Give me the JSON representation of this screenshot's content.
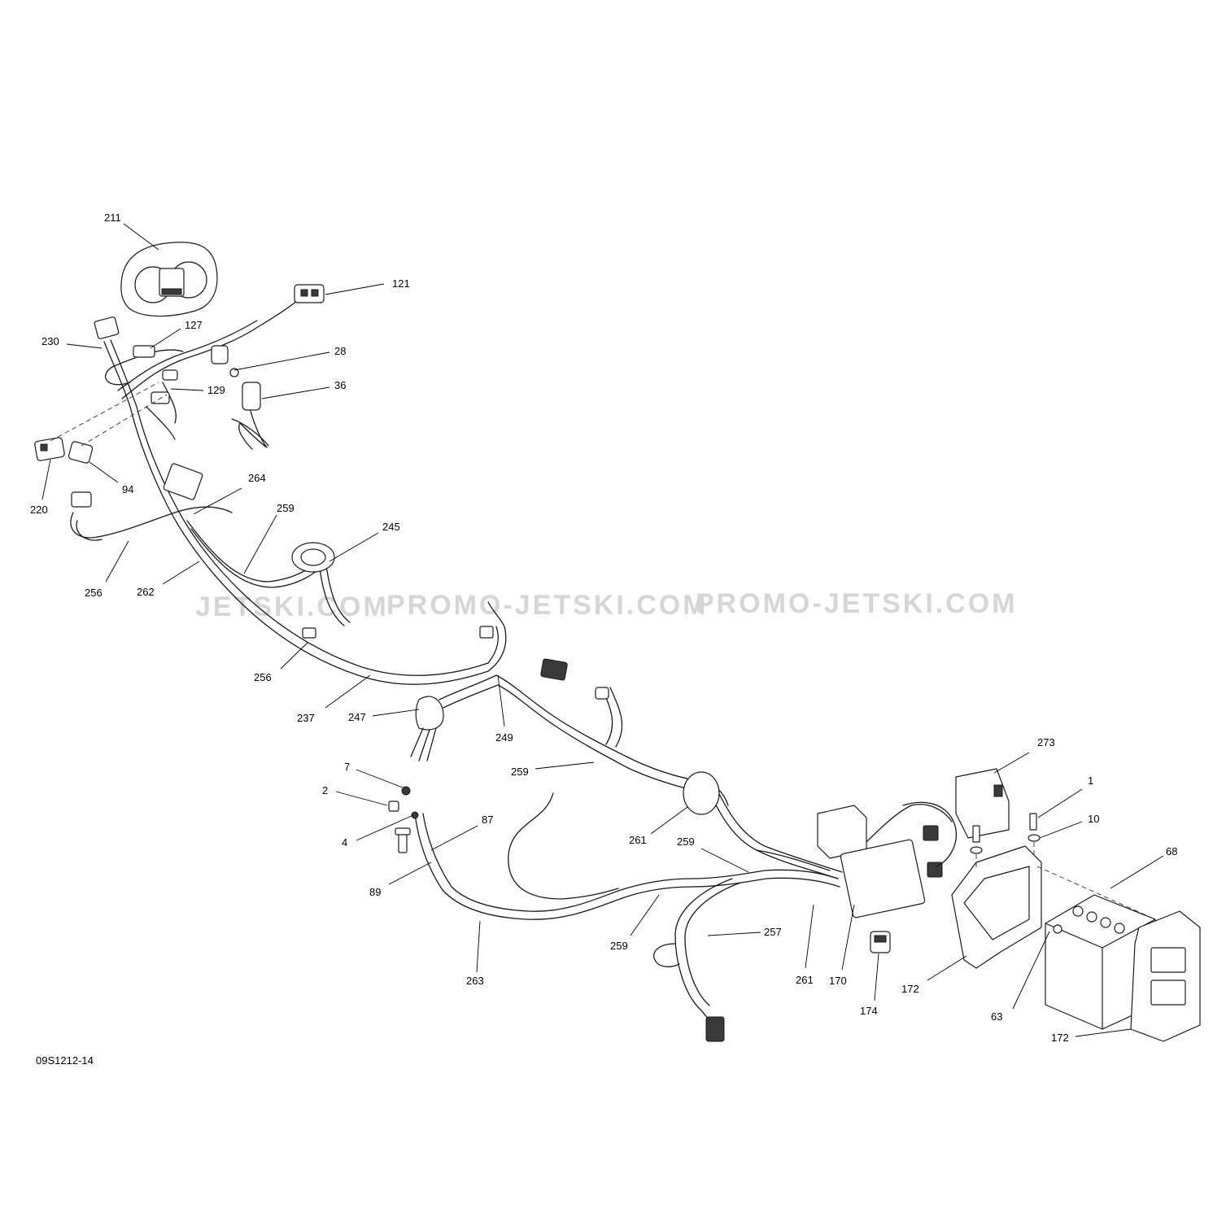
{
  "diagram": {
    "drawing_number": "09S1212-14",
    "watermarks": [
      "JETSKI.COM",
      "PROMO-JETSKI.COM",
      "PROMO-JETSKI.COM"
    ],
    "callouts": [
      {
        "id": "211",
        "label": "211"
      },
      {
        "id": "121",
        "label": "121"
      },
      {
        "id": "127",
        "label": "127"
      },
      {
        "id": "28",
        "label": "28"
      },
      {
        "id": "230",
        "label": "230"
      },
      {
        "id": "129",
        "label": "129"
      },
      {
        "id": "36",
        "label": "36"
      },
      {
        "id": "264",
        "label": "264"
      },
      {
        "id": "94",
        "label": "94"
      },
      {
        "id": "220",
        "label": "220"
      },
      {
        "id": "259a",
        "label": "259"
      },
      {
        "id": "245",
        "label": "245"
      },
      {
        "id": "256a",
        "label": "256"
      },
      {
        "id": "262",
        "label": "262"
      },
      {
        "id": "256b",
        "label": "256"
      },
      {
        "id": "237",
        "label": "237"
      },
      {
        "id": "247",
        "label": "247"
      },
      {
        "id": "249",
        "label": "249"
      },
      {
        "id": "259b",
        "label": "259"
      },
      {
        "id": "7",
        "label": "7"
      },
      {
        "id": "2",
        "label": "2"
      },
      {
        "id": "4",
        "label": "4"
      },
      {
        "id": "87",
        "label": "87"
      },
      {
        "id": "89",
        "label": "89"
      },
      {
        "id": "261a",
        "label": "261"
      },
      {
        "id": "259c",
        "label": "259"
      },
      {
        "id": "273",
        "label": "273"
      },
      {
        "id": "1",
        "label": "1"
      },
      {
        "id": "10",
        "label": "10"
      },
      {
        "id": "68",
        "label": "68"
      },
      {
        "id": "259d",
        "label": "259"
      },
      {
        "id": "257",
        "label": "257"
      },
      {
        "id": "263",
        "label": "263"
      },
      {
        "id": "261b",
        "label": "261"
      },
      {
        "id": "170",
        "label": "170"
      },
      {
        "id": "174",
        "label": "174"
      },
      {
        "id": "172a",
        "label": "172"
      },
      {
        "id": "63",
        "label": "63"
      },
      {
        "id": "172b",
        "label": "172"
      }
    ]
  }
}
